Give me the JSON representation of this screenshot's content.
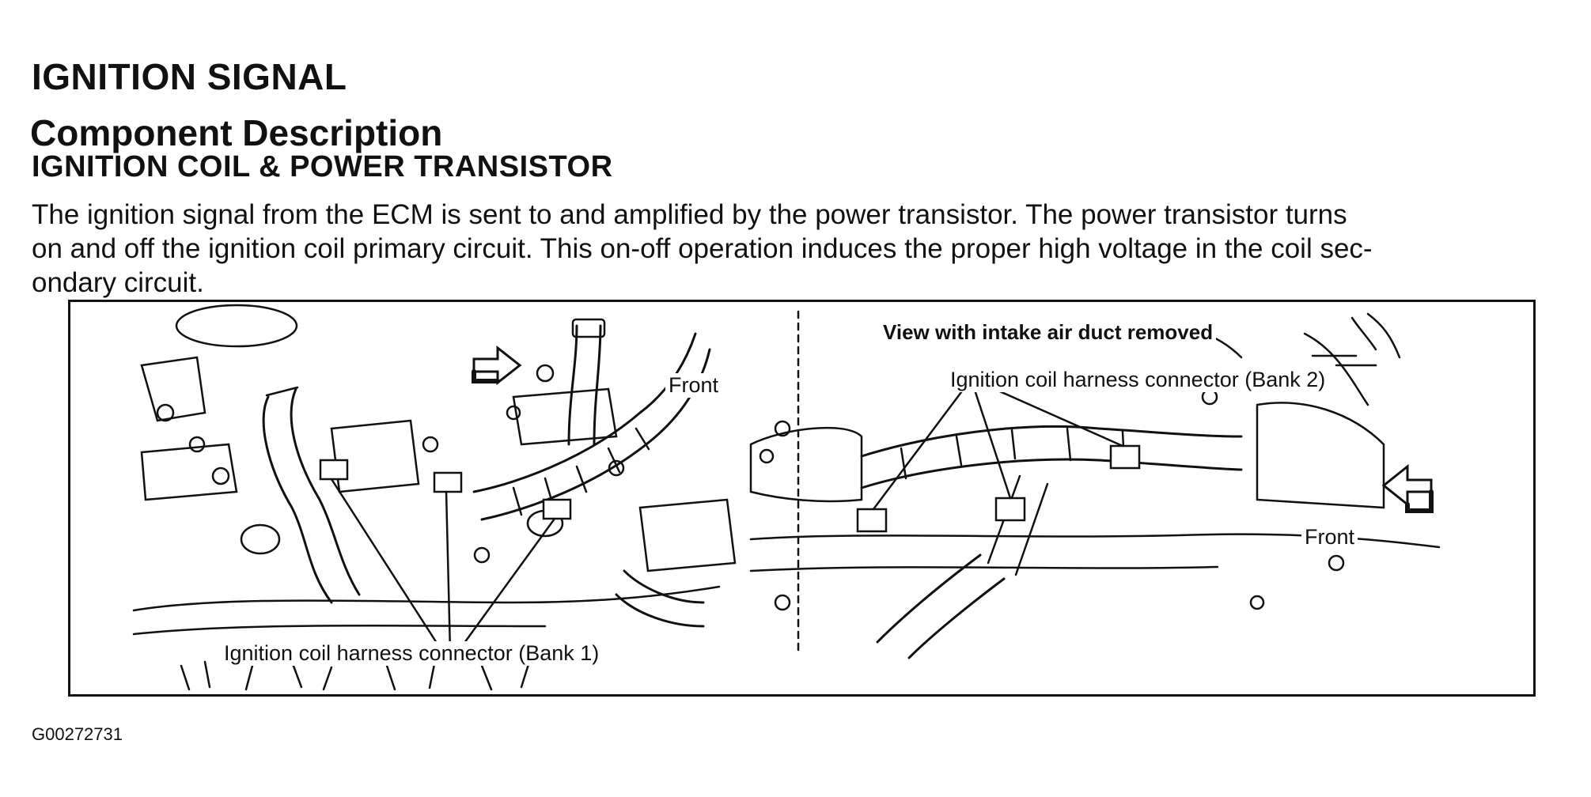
{
  "title": "IGNITION SIGNAL",
  "section": "Component Description",
  "subsection": "IGNITION COIL & POWER TRANSISTOR",
  "body_lines": [
    "The ignition signal from the ECM is sent to and amplified by the power transistor. The power transistor turns",
    "on and off the ignition coil primary circuit. This on-off operation induces the proper high voltage in the coil sec-",
    "ondary circuit."
  ],
  "figure": {
    "left_panel": {
      "front_label": "Front",
      "connector_label": "Ignition coil harness connector (Bank 1)"
    },
    "right_panel": {
      "view_note": "View with intake air duct removed",
      "connector_label": "Ignition coil harness connector (Bank 2)",
      "front_label": "Front"
    }
  },
  "figure_id": "G00272731"
}
